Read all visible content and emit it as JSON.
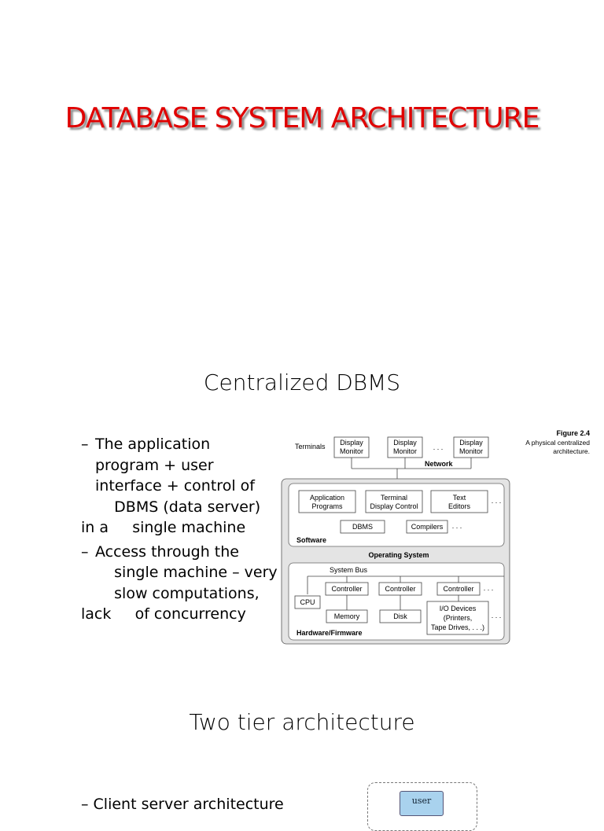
{
  "title": "DATABASE SYSTEM ARCHITECTURE",
  "centralized": {
    "heading": "Centralized DBMS",
    "bullets": [
      {
        "lines": [
          "The application",
          "program + user",
          "interface + control of",
          "    DBMS (data server)",
          "in a     single machine"
        ]
      },
      {
        "lines": [
          "Access through the",
          "    single machine – very",
          "    slow computations,",
          "lack     of concurrency"
        ]
      }
    ]
  },
  "figure": {
    "caption_title": "Figure 2.4",
    "caption_line1": "A physical centralized",
    "caption_line2": "architecture.",
    "terminals_label": "Terminals",
    "monitor1_l1": "Display",
    "monitor1_l2": "Monitor",
    "monitor2_l1": "Display",
    "monitor2_l2": "Monitor",
    "monitor3_l1": "Display",
    "monitor3_l2": "Monitor",
    "ellipsis": ". . .",
    "network": "Network",
    "app_programs_l1": "Application",
    "app_programs_l2": "Programs",
    "terminal_dc_l1": "Terminal",
    "terminal_dc_l2": "Display Control",
    "text_editors_l1": "Text",
    "text_editors_l2": "Editors",
    "dbms": "DBMS",
    "compilers": "Compilers",
    "software": "Software",
    "operating_system": "Operating System",
    "system_bus": "System Bus",
    "controller": "Controller",
    "cpu": "CPU",
    "memory": "Memory",
    "disk": "Disk",
    "io_l1": "I/O Devices",
    "io_l2": "(Printers,",
    "io_l3": "Tape Drives, . . .)",
    "hardware": "Hardware/Firmware"
  },
  "two_tier": {
    "heading": "Two tier architecture",
    "bullet_partial": "– Client server architecture",
    "user_box": "user"
  }
}
